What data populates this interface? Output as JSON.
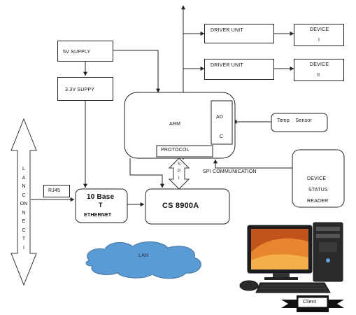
{
  "blocks": {
    "driver_unit_1": "DRIVER UNIT",
    "driver_unit_2": "DRIVER UNIT",
    "device_1": "DEVICE",
    "device_1_num": "I",
    "device_2": "DEVICE",
    "device_2_num": "II",
    "supply_5v": "5V SUPPLY",
    "supply_3v3": "3.3V SUPPY",
    "arm": "ARM",
    "adc_ad": "AD",
    "adc_c": "C",
    "protocol": "PROTOCOL",
    "temp_sensor": "Temp    Sensor",
    "spi_communication": "SPI COMMUNICATION",
    "spi_s": "S",
    "spi_p": "P",
    "spi_i": "I",
    "status_reader_1": "DEVICE",
    "status_reader_2": "STATUS",
    "status_reader_3": "READER",
    "rj45": "RJ45",
    "ethernet_1": "10 Base",
    "ethernet_2": "T",
    "ethernet_3": "ETHERNET",
    "cs8900a": "CS 8900A",
    "lan_cloud": "LAN",
    "lan_connection_letters": [
      "L",
      "A",
      "N",
      "C",
      "ON",
      "N",
      "E",
      "C",
      "T",
      "I"
    ],
    "client": "Client"
  }
}
